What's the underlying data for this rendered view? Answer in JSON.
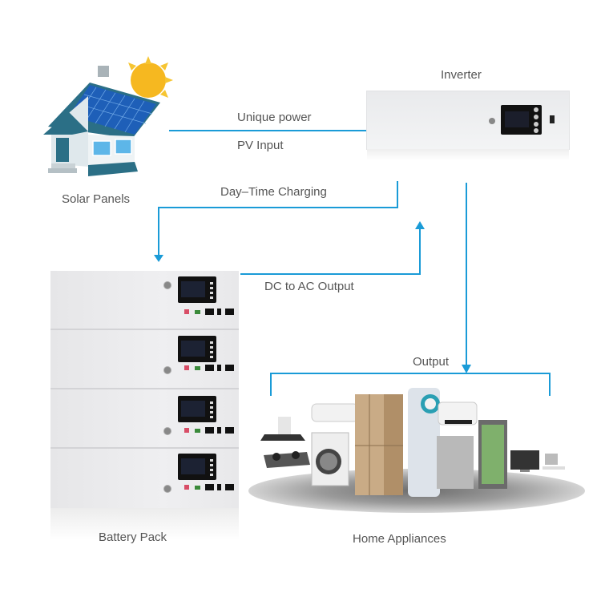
{
  "labels": {
    "solar": "Solar Panels",
    "inverter": "Inverter",
    "unique_power": "Unique power",
    "pv_input": "PV Input",
    "day_time_charging": "Day–Time Charging",
    "dc_to_ac": "DC to AC Output",
    "output": "Output",
    "battery": "Battery Pack",
    "appliances": "Home Appliances"
  },
  "colors": {
    "wire": "#1a9bd7",
    "text": "#555555",
    "roof": "#2b6f86",
    "panel": "#1e5fb8",
    "sun": "#f6b820"
  },
  "battery_modules": 4
}
